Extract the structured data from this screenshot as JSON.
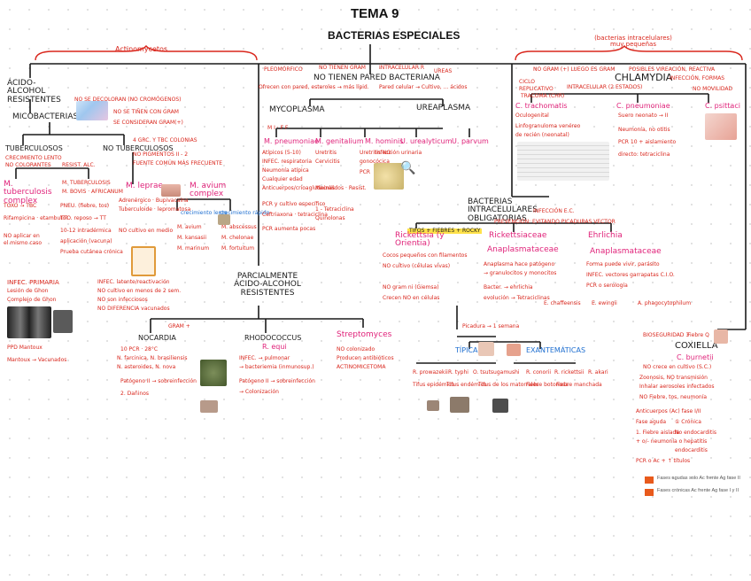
{
  "title": "TEMA 9",
  "subtitle": "BACTERIAS ESPECIALES",
  "tags": {
    "actinomycetes": "Actinomycetos",
    "top_right": "(bacterias intracelulares) muy pequeñas"
  },
  "acid_fast": {
    "heading": "ÁCIDO-ALCOHOL RESISTENTES",
    "mycobacteria": "MICOBACTERIAS",
    "tuberculosis": "TUBERCULOSOS",
    "no_tuberculosis": "NO TUBERCULOSOS",
    "m_tuberculosis": "M. tuberculosis complex",
    "m_leprae": "M. leprae",
    "m_avium": "M. avium complex",
    "slow": "crecimiento lento",
    "fast": "crecimiento rápido",
    "note_primary": "INFEC. PRIMARIA",
    "note_ppd": "PPD Mantoux"
  },
  "partial": {
    "heading": "PARCIALMENTE ÁCIDO-ALCOHOL RESISTENTES",
    "nocardia": "NOCARDIA",
    "rhodococcus": "RHODOCOCCUS",
    "r_equi": "R. equi",
    "streptomyces": "Streptomyces",
    "gram": "GRAM +"
  },
  "no_wall": {
    "heading": "NO TIENEN PARED BACTERIANA",
    "mycoplasma": "MYCOPLASMA",
    "ureaplasma": "UREAPLASMA",
    "m_pneumoniae": "M. pneumoniae",
    "m_genitalium": "M. genitalium",
    "m_hominis": "M. hominis",
    "u_urealyticum": "U. urealyticum",
    "u_parvum": "U. parvum",
    "pcr": "PCR",
    "infection": "infección urinaria"
  },
  "chlamydia": {
    "heading": "CHLAMYDIA",
    "c_trachomatis": "C. trachomatis",
    "c_pneumoniae": "C. pneumoniae",
    "c_psittaci": "C. psittaci"
  },
  "obligate": {
    "heading": "BACTERIAS INTRACELULARES OBLIGATORIAS",
    "rickettsia": "Rickettsia (y Orientia)",
    "rickettsiaceae": "Rickettsiaceae",
    "anaplasmataceae": "Anaplasmataceae",
    "ehrlichia": "Ehrlichia",
    "typical": "TÍPICAS",
    "exanthematic": "EXANTEMÁTICAS",
    "coxiella": "COXIELLA",
    "c_burnetii": "C. burnetii",
    "fiebre_q": "Fiebre Q"
  },
  "legend": {
    "acute": "Fases agudas solo Ac frente Ag fase II",
    "chronic": "Fases crónicas Ac frente Ag fase I y II"
  },
  "colors": {
    "line": "#1a1a1a",
    "red": "#d9261c",
    "pink": "#e0237a",
    "blue": "#1f6fd0",
    "highlight": "#ffe24a"
  }
}
